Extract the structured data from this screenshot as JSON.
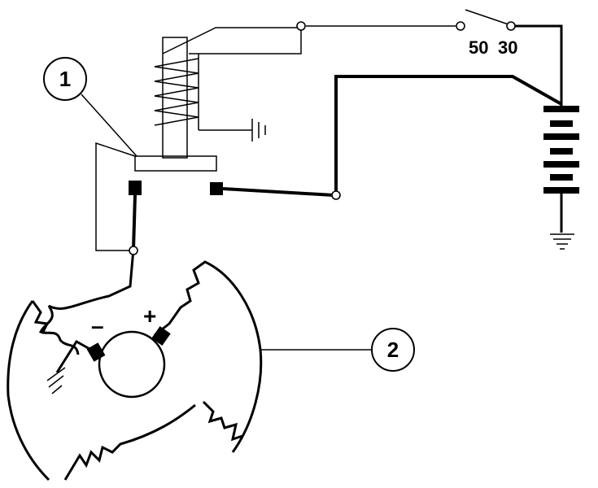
{
  "callouts": {
    "relay": "1",
    "motor": "2"
  },
  "terminals": {
    "t50": "50",
    "t30": "30"
  },
  "motor": {
    "minus": "–",
    "plus": "+"
  },
  "icons": {
    "ground": "ground-icon",
    "battery": "battery-icon",
    "switch": "ignition-switch-icon",
    "coil": "solenoid-coil-icon"
  },
  "colors": {
    "line": "#000000",
    "background": "#ffffff"
  }
}
